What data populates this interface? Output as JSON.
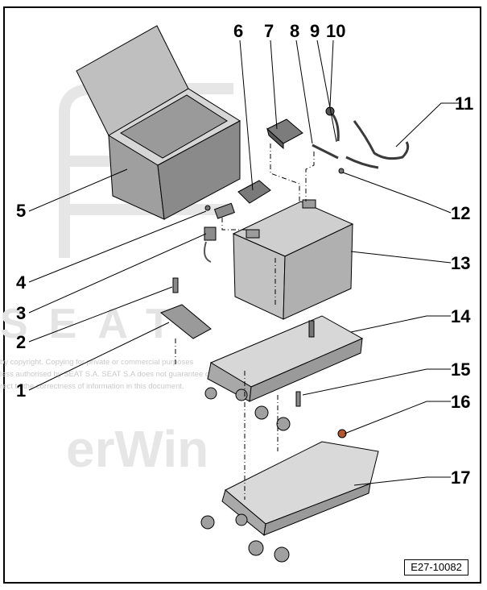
{
  "diagram": {
    "callouts": [
      {
        "id": "1",
        "label": "1"
      },
      {
        "id": "2",
        "label": "2"
      },
      {
        "id": "3",
        "label": "3"
      },
      {
        "id": "4",
        "label": "4"
      },
      {
        "id": "5",
        "label": "5"
      },
      {
        "id": "6",
        "label": "6"
      },
      {
        "id": "7",
        "label": "7"
      },
      {
        "id": "8",
        "label": "8"
      },
      {
        "id": "9",
        "label": "9"
      },
      {
        "id": "10",
        "label": "10"
      },
      {
        "id": "11",
        "label": "11"
      },
      {
        "id": "12",
        "label": "12"
      },
      {
        "id": "13",
        "label": "13"
      },
      {
        "id": "14",
        "label": "14"
      },
      {
        "id": "15",
        "label": "15"
      },
      {
        "id": "16",
        "label": "16"
      },
      {
        "id": "17",
        "label": "17"
      }
    ],
    "figure_id": "E27-10082",
    "watermark_brand": "SEAT",
    "watermark_logo": "erWin",
    "copyright_text": "by copyright. Copying for private or commercial purposes\nless authorised by SEAT S.A. SEAT S.A does not guarantee or accept any liability with\nrect to the correctness of information in this document.",
    "colors": {
      "part_fill": "#d9d9d9",
      "part_dark": "#8c8c8c",
      "line": "#000000",
      "watermark": "#e4e4e4"
    }
  }
}
